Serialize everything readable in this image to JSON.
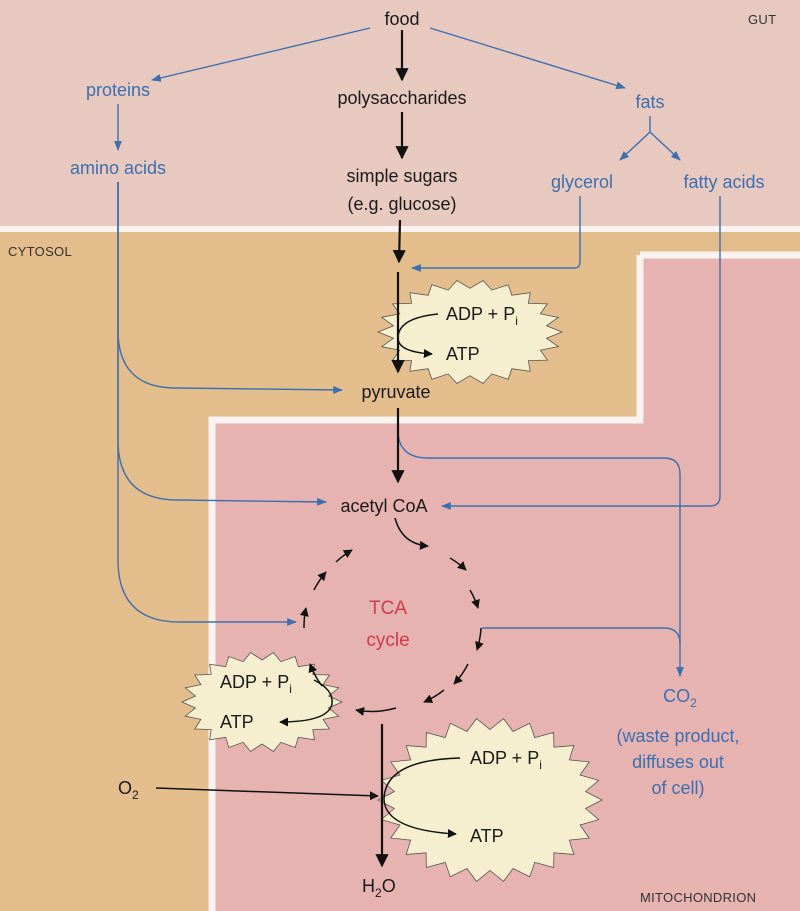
{
  "regions": {
    "gut": "GUT",
    "cytosol": "CYTOSOL",
    "mitochondrion": "MITOCHONDRION"
  },
  "nodes": {
    "food": "food",
    "proteins": "proteins",
    "polysaccharides": "polysaccharides",
    "fats": "fats",
    "amino_acids": "amino acids",
    "simple_sugars": "simple sugars",
    "glucose_example": "(e.g. glucose)",
    "glycerol": "glycerol",
    "fatty_acids": "fatty acids",
    "pyruvate": "pyruvate",
    "acetyl_coa": "acetyl CoA",
    "tca_line1": "TCA",
    "tca_line2": "cycle",
    "co2_base": "CO",
    "co2_sub": "2",
    "co2_note1": "(waste product,",
    "co2_note2": "diffuses out",
    "co2_note3": "of cell)",
    "o2_base": "O",
    "o2_sub": "2",
    "h2o_h": "H",
    "h2o_sub": "2",
    "h2o_o": "O"
  },
  "energy": {
    "adp": "ADP + P",
    "pi_sub": "i",
    "atp": "ATP"
  },
  "colors": {
    "gut": "#e8c9c0",
    "cytosol": "#e3bd8b",
    "mitochondrion": "#e6b3b1",
    "burst": "#f5efcf",
    "blue_arrow": "#3c6fb0",
    "tca_text": "#d43a4a"
  }
}
